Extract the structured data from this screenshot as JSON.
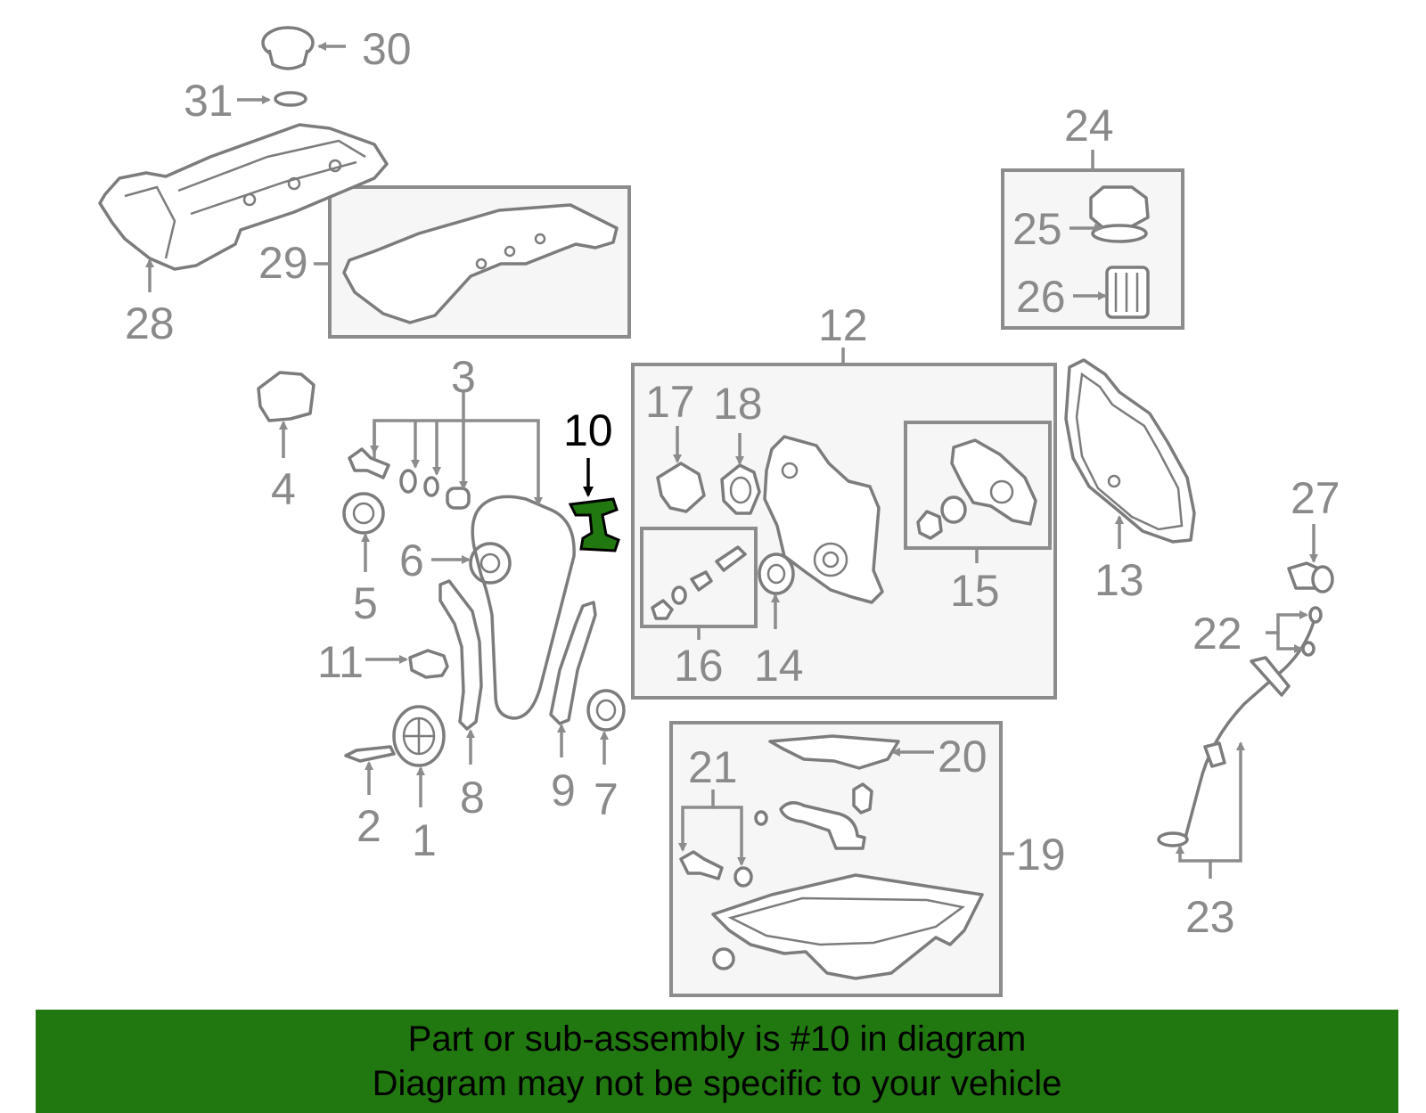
{
  "diagram": {
    "highlighted_part": "10",
    "highlight_color": "#217710",
    "callouts": [
      "30",
      "31",
      "28",
      "29",
      "24",
      "25",
      "26",
      "12",
      "17",
      "18",
      "15",
      "16",
      "14",
      "13",
      "27",
      "22",
      "23",
      "3",
      "4",
      "5",
      "6",
      "11",
      "2",
      "1",
      "8",
      "9",
      "7",
      "10",
      "20",
      "21",
      "19"
    ]
  },
  "banner": {
    "line1": "Part or sub-assembly is #10 in diagram",
    "line2": "Diagram may not be specific to your vehicle",
    "background": "#217710"
  }
}
